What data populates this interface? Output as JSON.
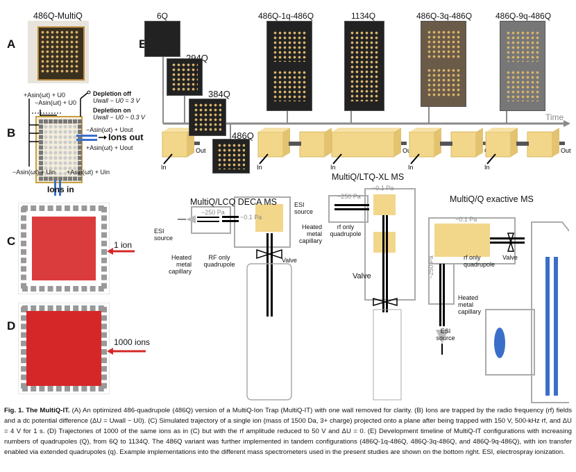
{
  "panels": {
    "A": {
      "label": "A",
      "title": "486Q-MultiQ"
    },
    "B": {
      "label": "B",
      "rf_top_plus": "+Asin(ωt) + U0",
      "rf_top_minus": "−Asin(ωt) + U0",
      "depletion_off": "Depletion off",
      "depletion_off_eq": "Uwall − U0 = 3 V",
      "depletion_on": "Depletion on",
      "depletion_on_eq": "Uwall − U0 ~ 0.3 V",
      "out_minus": "−Asin(ωt) + Uout",
      "out_plus": "+Asin(ωt) + Uout",
      "ions_out": "Ions out",
      "in_minus": "−Asin(ωt) + Uin",
      "in_plus": "+Asin(ωt) + Uin",
      "ions_in": "Ions in"
    },
    "C": {
      "label": "C",
      "annotation": "1 ion"
    },
    "D": {
      "label": "D",
      "annotation": "1000 ions"
    },
    "E": {
      "label": "E",
      "time_label": "Time",
      "configs": [
        "6Q",
        "294Q",
        "384Q",
        "486Q",
        "486Q-1q-486Q",
        "1134Q",
        "486Q-3q-486Q",
        "486Q-9q-486Q"
      ],
      "in_label": "In",
      "out_label": "Out"
    },
    "ms1": {
      "title": "MultiQ/LCQ DECA MS",
      "pressure_high": "~250 Pa",
      "pressure_low": "~0.1 Pa",
      "esi": "ESI source",
      "capillary": "Heated metal capillary",
      "quad": "RF only quadrupole",
      "valve": "Valve"
    },
    "ms2": {
      "title": "MultiQ/LTQ-XL MS",
      "pressure_high": "~250 Pa",
      "pressure_low": "~0.1 Pa",
      "esi": "ESI source",
      "capillary": "Heated metal capillary",
      "quad": "rf only quadrupole",
      "valve": "Valve"
    },
    "ms3": {
      "title": "MultiQ/Q exactive MS",
      "pressure_high": "~250 Pa",
      "pressure_low": "~0.1 Pa",
      "esi": "ESI source",
      "capillary": "Heated metal capillary",
      "quad": "rf only quadrupole",
      "valve": "Valve"
    }
  },
  "caption": {
    "fig": "Fig. 1. The MultiQ-IT.",
    "text": " (A) An optimized 486-quadrupole (486Q) version of a MultiQ-Ion Trap (MultiQ-IT) with one wall removed for clarity. (B) Ions are trapped by the radio frequency (rf) fields and a dc potential difference (ΔU = Uwall − U0). (C) Simulated trajectory of a single ion (mass of 1500 Da, 3+ charge) projected onto a plane after being trapped with 150 V, 500-kHz rf, and ΔU = 4 V for 1 s. (D) Trajectories of 1000 of the same ions as in (C) but with the rf amplitude reduced to 50 V and ΔU = 0. (E) Development timeline of MultiQ-IT configurations with increasing numbers of quadrupoles (Q), from 6Q to 1134Q. The 486Q variant was further implemented in tandem configurations (486Q-1q-486Q, 486Q-3q-486Q, and 486Q-9q-486Q), with ion transfer enabled via extended quadrupoles (q). Example implementations into the different mass spectrometers used in the present studies are shown on the bottom right. ESI, electrospray ionization."
  },
  "colors": {
    "ion_red": "#d62728",
    "gold": "#c8a040",
    "blue": "#3a6fc9",
    "grey_timeline": "#8a8a8a"
  }
}
